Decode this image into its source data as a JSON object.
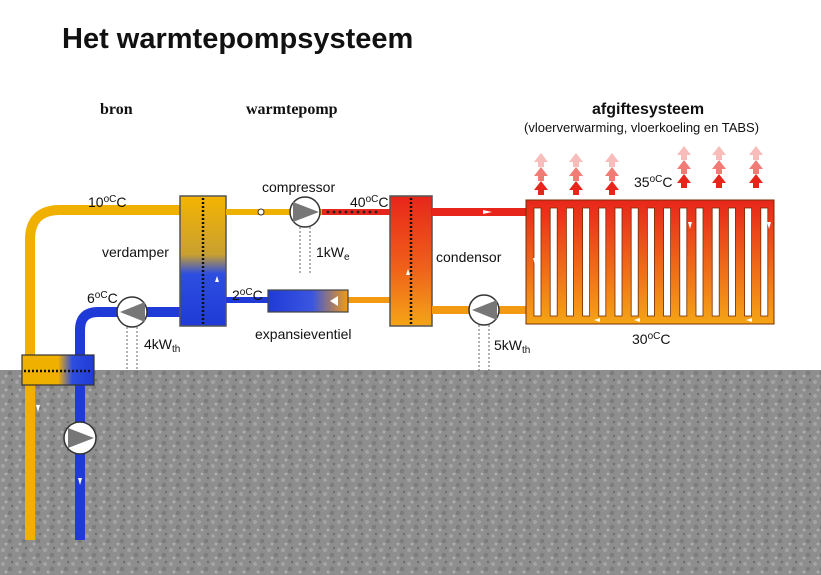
{
  "title": "Het warmtepompsysteem",
  "sections": {
    "source": "bron",
    "heat_pump": "warmtepomp",
    "emission": "afgiftesysteem",
    "emission_sub": "(vloerverwarming, vloerkoeling en TABS)"
  },
  "labels": {
    "compressor": "compressor",
    "evaporator": "verdamper",
    "condenser": "condensor",
    "expansion_valve": "expansieventiel"
  },
  "temperatures": {
    "source_supply": "10",
    "source_return": "6",
    "after_valve": "2",
    "after_compressor": "40",
    "emission_supply": "35",
    "emission_return": "30",
    "unit": "oC"
  },
  "powers": {
    "compressor": {
      "value": "1kW",
      "sub": "e"
    },
    "source": {
      "value": "4kW",
      "sub": "th"
    },
    "emission": {
      "value": "5kW",
      "sub": "th"
    }
  },
  "colors": {
    "warm_pipe": "#f0b000",
    "cold_pipe": "#1f3ad6",
    "hot_pipe": "#e8251b",
    "orange_pipe": "#f39a12",
    "ground": "#8e8e8e"
  }
}
